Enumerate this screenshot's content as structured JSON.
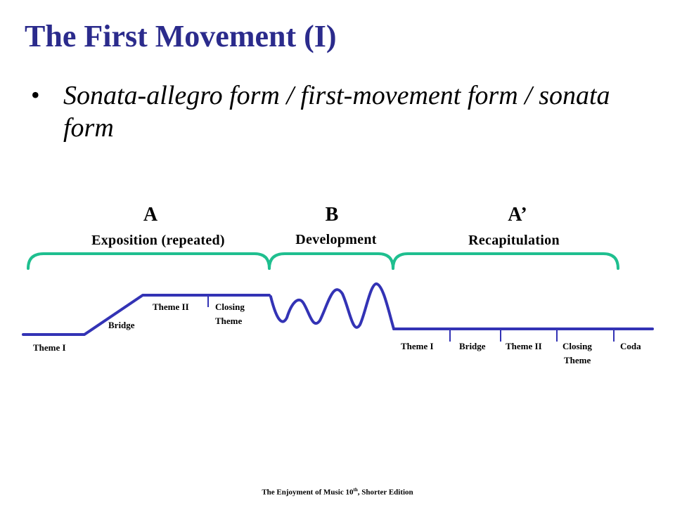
{
  "title": "The First Movement (I)",
  "bullet": "Sonata-allegro form / first-movement form / sonata form",
  "sections": [
    {
      "letter": "A",
      "name": "Exposition (repeated)"
    },
    {
      "letter": "B",
      "name": "Development"
    },
    {
      "letter": "A’",
      "name": "Recapitulation"
    }
  ],
  "exposition_labels": {
    "theme1": "Theme I",
    "bridge": "Bridge",
    "theme2": "Theme II",
    "closing_line1": "Closing",
    "closing_line2": "Theme"
  },
  "recap_labels": {
    "theme1": "Theme I",
    "bridge": "Bridge",
    "theme2": "Theme II",
    "closing_line1": "Closing",
    "closing_line2": "Theme",
    "coda": "Coda"
  },
  "footer": {
    "prefix": "The Enjoyment of Music 10",
    "sup": "th",
    "suffix": ", Shorter Edition"
  },
  "colors": {
    "title": "#2B2B8C",
    "brace": "#1FBF8F",
    "line": "#3333B5"
  }
}
